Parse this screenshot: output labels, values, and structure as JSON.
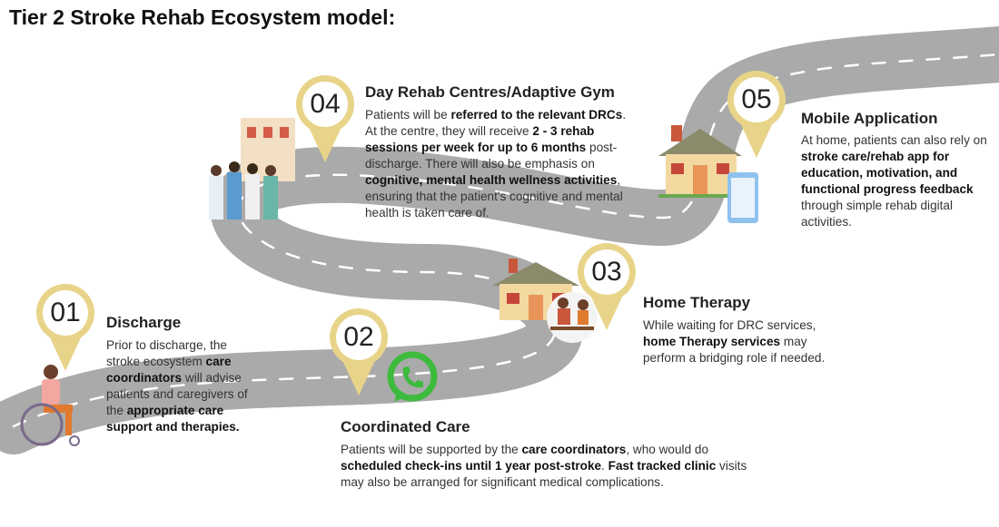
{
  "title": "Tier 2 Stroke Rehab Ecosystem model:",
  "colors": {
    "pin": "#e8d489",
    "road": "#a8a8a8",
    "accent_green": "#3dbb3d"
  },
  "steps": [
    {
      "number": "01",
      "heading": "Discharge",
      "body": [
        {
          "t": "Prior to discharge, the stroke ecosystem ",
          "b": false
        },
        {
          "t": "care coordinators",
          "b": true
        },
        {
          "t": " will advise patients and caregivers of the ",
          "b": false
        },
        {
          "t": "appropriate care support and therapies.",
          "b": true
        }
      ]
    },
    {
      "number": "02",
      "heading": "Coordinated Care",
      "body": [
        {
          "t": "Patients will be supported by the ",
          "b": false
        },
        {
          "t": "care coordinators",
          "b": true
        },
        {
          "t": ", who would do ",
          "b": false
        },
        {
          "t": "scheduled check-ins until 1 year post-stroke",
          "b": true
        },
        {
          "t": ". ",
          "b": false
        },
        {
          "t": "Fast tracked clinic",
          "b": true
        },
        {
          "t": " visits may also be arranged for significant medical complications.",
          "b": false
        }
      ]
    },
    {
      "number": "03",
      "heading": "Home Therapy",
      "body": [
        {
          "t": "While waiting for DRC services, ",
          "b": false
        },
        {
          "t": "home Therapy services",
          "b": true
        },
        {
          "t": " may perform a bridging role if needed.",
          "b": false
        }
      ]
    },
    {
      "number": "04",
      "heading": "Day Rehab Centres/Adaptive Gym",
      "body": [
        {
          "t": "Patients will be ",
          "b": false
        },
        {
          "t": "referred to the relevant DRCs",
          "b": true
        },
        {
          "t": ". At the centre, they will receive ",
          "b": false
        },
        {
          "t": "2 - 3 rehab sessions per week for up to 6 months",
          "b": true
        },
        {
          "t": " post-discharge. There will also be emphasis on ",
          "b": false
        },
        {
          "t": "cognitive, mental health wellness activities",
          "b": true
        },
        {
          "t": ", ensuring that the patient's cognitive and mental health is taken care of.",
          "b": false
        }
      ]
    },
    {
      "number": "05",
      "heading": "Mobile Application",
      "body": [
        {
          "t": "At home, patients can also rely on ",
          "b": false
        },
        {
          "t": "stroke care/rehab app for education, motivation, and  functional progress feedback",
          "b": true
        },
        {
          "t": " through simple rehab digital activities.",
          "b": false
        }
      ]
    }
  ]
}
